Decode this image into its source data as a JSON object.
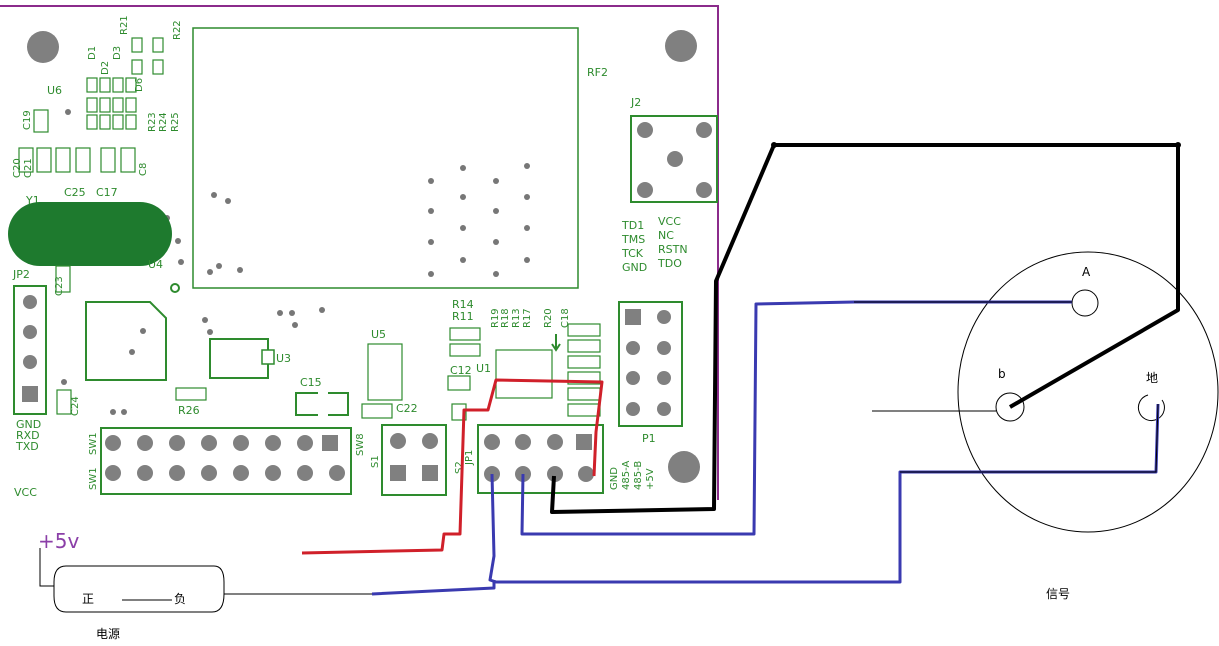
{
  "colors": {
    "board_outline": "#8b2b8b",
    "silkscreen": "#2e8b2e",
    "copper_pad": "#7f7f7f",
    "wire_power": "#d0202a",
    "wire_ground": "#000000",
    "wire_signal": "#3a3ab0",
    "crystal": "#1e7a2e",
    "plus5v_label": "#8b3fa8"
  },
  "board": {
    "rf_module": "RF2",
    "jtag_header": "J2",
    "jtag_pins": [
      "TD1",
      "VCC",
      "TMS",
      "NC",
      "TCK",
      "RSTN",
      "GND",
      "TDO"
    ],
    "crystal": "Y1",
    "uart_header": "JP2",
    "uart_pins": [
      "GND",
      "RXD",
      "TXD"
    ],
    "vcc": "VCC",
    "components": [
      "U6",
      "U4",
      "U3",
      "U5",
      "U1",
      "C19",
      "C20",
      "C21",
      "C8",
      "C25",
      "C17",
      "C23",
      "C24",
      "C15",
      "C22",
      "C12",
      "C18",
      "R26",
      "R14",
      "R11",
      "R19",
      "R18",
      "R13",
      "R17",
      "R20",
      "D1",
      "D2",
      "D3",
      "D6",
      "R21",
      "R22",
      "R23",
      "R24",
      "R25",
      "P1",
      "SW1",
      "SW8",
      "S1",
      "S2",
      "JP1"
    ],
    "jp1_pins": [
      "GND",
      "485-A",
      "485-B",
      "+5V"
    ]
  },
  "power": {
    "plus5v": "+5v",
    "positive": "正",
    "negative": "负",
    "label": "电源"
  },
  "connector": {
    "pin_a": "A",
    "pin_b": "b",
    "pin_ground": "地",
    "label": "信号"
  }
}
